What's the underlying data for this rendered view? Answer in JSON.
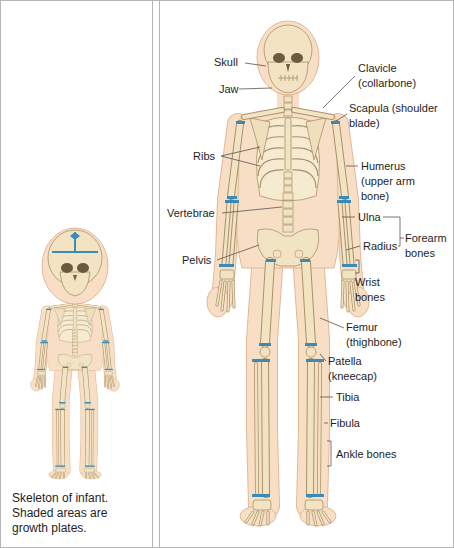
{
  "diagram": {
    "caption": "Skeleton of infant. Shaded areas are growth plates.",
    "labels": [
      "Skull",
      "Clavicle (collarbone)",
      "Jaw",
      "Scapula (shoulder blade)",
      "Ribs",
      "Humerus (upper arm bone)",
      "Vertebrae",
      "Ulna",
      "Radius",
      "Forearm bones",
      "Pelvis",
      "Wrist bones",
      "Femur (thighbone)",
      "Patella (kneecap)",
      "Tibia",
      "Fibula",
      "Ankle bones"
    ]
  }
}
